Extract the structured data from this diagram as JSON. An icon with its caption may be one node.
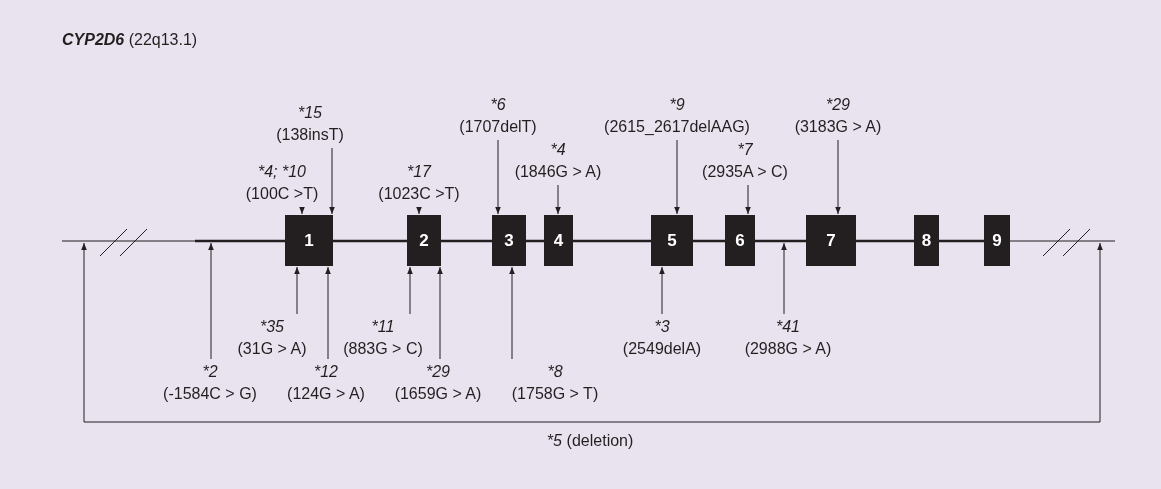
{
  "diagram": {
    "title": "**CYP2D6** (22q13.1)",
    "nodes": [
      {
        "text": [
          "*4; *10",
          "(100C >T)"
        ]
      },
      {
        "text": [
          "*15",
          "(138insT)"
        ]
      },
      {
        "text": [
          "*17",
          "(1023C >T)"
        ]
      },
      {
        "text": [
          "*6",
          "(1707delT)"
        ]
      },
      {
        "text": [
          "*4",
          "(1846G > A)"
        ]
      },
      {
        "text": [
          "*9",
          "(2615_2617delAAG)"
        ]
      },
      {
        "text": [
          "*7",
          "(2935A > C)"
        ]
      },
      {
        "text": [
          "*29",
          "(3183G > A)"
        ]
      },
      {
        "text": [
          "1"
        ]
      },
      {
        "text": [
          "2"
        ]
      },
      {
        "text": [
          "3"
        ]
      },
      {
        "text": [
          "4"
        ]
      },
      {
        "text": [
          "5"
        ]
      },
      {
        "text": [
          "6"
        ]
      },
      {
        "text": [
          "7"
        ]
      },
      {
        "text": [
          "8"
        ]
      },
      {
        "text": [
          "9"
        ]
      },
      {
        "text": [
          "*35",
          "(31G > A)"
        ]
      },
      {
        "text": [
          "*11",
          "(883G > C)"
        ]
      },
      {
        "text": [
          "*3",
          "(2549delA)"
        ]
      },
      {
        "text": [
          "*41",
          "(2988G > A)"
        ]
      },
      {
        "text": [
          "*2",
          "(-1584C > G)"
        ]
      },
      {
        "text": [
          "*12",
          "(124G > A)"
        ]
      },
      {
        "text": [
          "*29",
          "(1659G > A)"
        ]
      },
      {
        "text": [
          "*8",
          "(1758G > T)"
        ]
      },
      {
        "text": [
          "*5",
          "(deletion)"
        ]
      },
      {
        "text": [],
        "shape": "bar"
      }
    ],
    "edges": [
      {
        "from": 0,
        "to": 8,
        "arrow": "to"
      },
      {
        "from": 1,
        "to": 8,
        "arrow": "to"
      },
      {
        "from": 2,
        "to": 9,
        "arrow": "to"
      },
      {
        "from": 3,
        "to": 10,
        "arrow": "to"
      },
      {
        "from": 4,
        "to": 11,
        "arrow": "to"
      },
      {
        "from": 5,
        "to": 12,
        "arrow": "to"
      },
      {
        "from": 6,
        "to": 13,
        "arrow": "to"
      },
      {
        "from": 7,
        "to": 14,
        "arrow": "to"
      },
      {
        "from": 17,
        "to": 8,
        "arrow": "to"
      },
      {
        "from": 18,
        "to": 9,
        "arrow": "to"
      },
      {
        "from": 19,
        "to": 12,
        "arrow": "to"
      },
      {
        "from": 20,
        "to": 26,
        "arrow": "to"
      },
      {
        "from": 21,
        "to": 26,
        "arrow": "to"
      },
      {
        "from": 22,
        "to": 8,
        "arrow": "to"
      },
      {
        "from": 23,
        "to": 9,
        "arrow": "to"
      },
      {
        "from": 24,
        "to": 10,
        "arrow": "to"
      },
      {
        "from": 25,
        "to": 26,
        "arrow": "to"
      },
      {
        "from": 25,
        "to": 26,
        "arrow": "to"
      }
    ]
  }
}
